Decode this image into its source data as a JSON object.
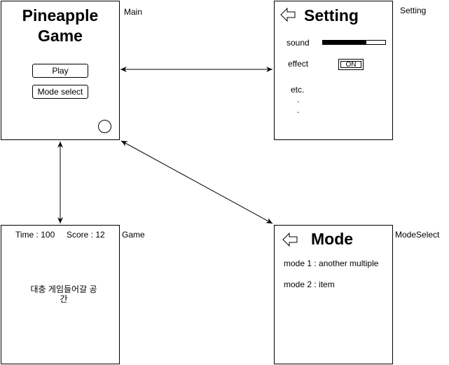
{
  "main": {
    "label": "Main",
    "title_line1": "Pineapple",
    "title_line2": "Game",
    "play_label": "Play",
    "mode_select_label": "Mode select"
  },
  "setting": {
    "label": "Setting",
    "title": "Setting",
    "sound_label": "sound",
    "sound_level": 0.7,
    "effect_label": "effect",
    "effect_toggle": "ON",
    "etc_label": "etc.",
    "dot1": ".",
    "dot2": "."
  },
  "game": {
    "label": "Game",
    "time_text": "Time : 100",
    "score_text": "Score : 12",
    "placeholder_line1": "대충 게임들어갈 공",
    "placeholder_line2": "간"
  },
  "mode": {
    "label": "ModeSelect",
    "title": "Mode",
    "mode1": "mode 1 : another multiple",
    "mode2": "mode 2 : item"
  },
  "colors": {
    "stroke": "#000000",
    "background": "#ffffff"
  }
}
